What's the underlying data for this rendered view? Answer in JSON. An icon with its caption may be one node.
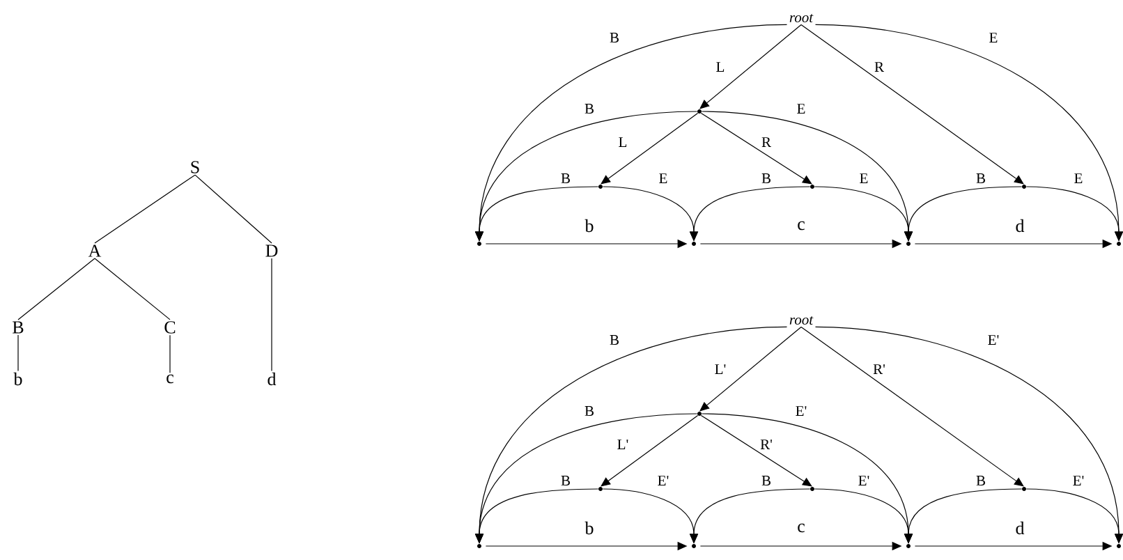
{
  "diagram": {
    "nodes": [
      {
        "text": [
          "S"
        ]
      },
      {
        "text": [
          "A"
        ]
      },
      {
        "text": [
          "D"
        ]
      },
      {
        "text": [
          "B"
        ]
      },
      {
        "text": [
          "C"
        ]
      },
      {
        "text": [
          "b"
        ]
      },
      {
        "text": [
          "c"
        ]
      },
      {
        "text": [
          "d"
        ]
      },
      {
        "text": [
          "root"
        ]
      },
      {
        "text": [],
        "shape": "dot"
      },
      {
        "text": [],
        "shape": "dot"
      },
      {
        "text": [],
        "shape": "dot"
      },
      {
        "text": [],
        "shape": "dot"
      },
      {
        "text": [],
        "shape": "dot"
      },
      {
        "text": [],
        "shape": "dot"
      },
      {
        "text": [],
        "shape": "dot"
      },
      {
        "text": [],
        "shape": "dot"
      },
      {
        "text": [
          "root"
        ]
      },
      {
        "text": [],
        "shape": "dot"
      },
      {
        "text": [],
        "shape": "dot"
      },
      {
        "text": [],
        "shape": "dot"
      },
      {
        "text": [],
        "shape": "dot"
      },
      {
        "text": [],
        "shape": "dot"
      },
      {
        "text": [],
        "shape": "dot"
      },
      {
        "text": [],
        "shape": "dot"
      },
      {
        "text": [],
        "shape": "dot"
      }
    ],
    "edges": [
      {
        "from": 0,
        "to": 1,
        "arrow": "none"
      },
      {
        "from": 0,
        "to": 2,
        "arrow": "none"
      },
      {
        "from": 1,
        "to": 3,
        "arrow": "none"
      },
      {
        "from": 1,
        "to": 4,
        "arrow": "none"
      },
      {
        "from": 3,
        "to": 5,
        "arrow": "none"
      },
      {
        "from": 4,
        "to": 6,
        "arrow": "none"
      },
      {
        "from": 2,
        "to": 7,
        "arrow": "none"
      },
      {
        "from": 8,
        "to": 13,
        "arrow": "to",
        "label": "B"
      },
      {
        "from": 8,
        "to": 16,
        "arrow": "to",
        "label": "E"
      },
      {
        "from": 8,
        "to": 9,
        "arrow": "to",
        "label": "L"
      },
      {
        "from": 8,
        "to": 12,
        "arrow": "to",
        "label": "R"
      },
      {
        "from": 9,
        "to": 13,
        "arrow": "to",
        "label": "B"
      },
      {
        "from": 9,
        "to": 15,
        "arrow": "to",
        "label": "E"
      },
      {
        "from": 9,
        "to": 10,
        "arrow": "to",
        "label": "L"
      },
      {
        "from": 9,
        "to": 11,
        "arrow": "to",
        "label": "R"
      },
      {
        "from": 10,
        "to": 13,
        "arrow": "to",
        "label": "B"
      },
      {
        "from": 10,
        "to": 14,
        "arrow": "to",
        "label": "E"
      },
      {
        "from": 11,
        "to": 14,
        "arrow": "to",
        "label": "B"
      },
      {
        "from": 11,
        "to": 15,
        "arrow": "to",
        "label": "E"
      },
      {
        "from": 12,
        "to": 15,
        "arrow": "to",
        "label": "B"
      },
      {
        "from": 12,
        "to": 16,
        "arrow": "to",
        "label": "E"
      },
      {
        "from": 13,
        "to": 14,
        "arrow": "to",
        "label": "b"
      },
      {
        "from": 14,
        "to": 15,
        "arrow": "to",
        "label": "c"
      },
      {
        "from": 15,
        "to": 16,
        "arrow": "to",
        "label": "d"
      },
      {
        "from": 17,
        "to": 22,
        "arrow": "to",
        "label": "B"
      },
      {
        "from": 17,
        "to": 25,
        "arrow": "to",
        "label": "E'"
      },
      {
        "from": 17,
        "to": 18,
        "arrow": "to",
        "label": "L'"
      },
      {
        "from": 17,
        "to": 21,
        "arrow": "to",
        "label": "R'"
      },
      {
        "from": 18,
        "to": 22,
        "arrow": "to",
        "label": "B"
      },
      {
        "from": 18,
        "to": 24,
        "arrow": "to",
        "label": "E'"
      },
      {
        "from": 18,
        "to": 19,
        "arrow": "to",
        "label": "L'"
      },
      {
        "from": 18,
        "to": 20,
        "arrow": "to",
        "label": "R'"
      },
      {
        "from": 19,
        "to": 22,
        "arrow": "to",
        "label": "B"
      },
      {
        "from": 19,
        "to": 23,
        "arrow": "to",
        "label": "E'"
      },
      {
        "from": 20,
        "to": 23,
        "arrow": "to",
        "label": "B"
      },
      {
        "from": 20,
        "to": 24,
        "arrow": "to",
        "label": "E'"
      },
      {
        "from": 21,
        "to": 24,
        "arrow": "to",
        "label": "B"
      },
      {
        "from": 21,
        "to": 25,
        "arrow": "to",
        "label": "E'"
      },
      {
        "from": 22,
        "to": 23,
        "arrow": "to",
        "label": "b"
      },
      {
        "from": 23,
        "to": 24,
        "arrow": "to",
        "label": "c"
      },
      {
        "from": 24,
        "to": 25,
        "arrow": "to",
        "label": "d"
      }
    ]
  }
}
